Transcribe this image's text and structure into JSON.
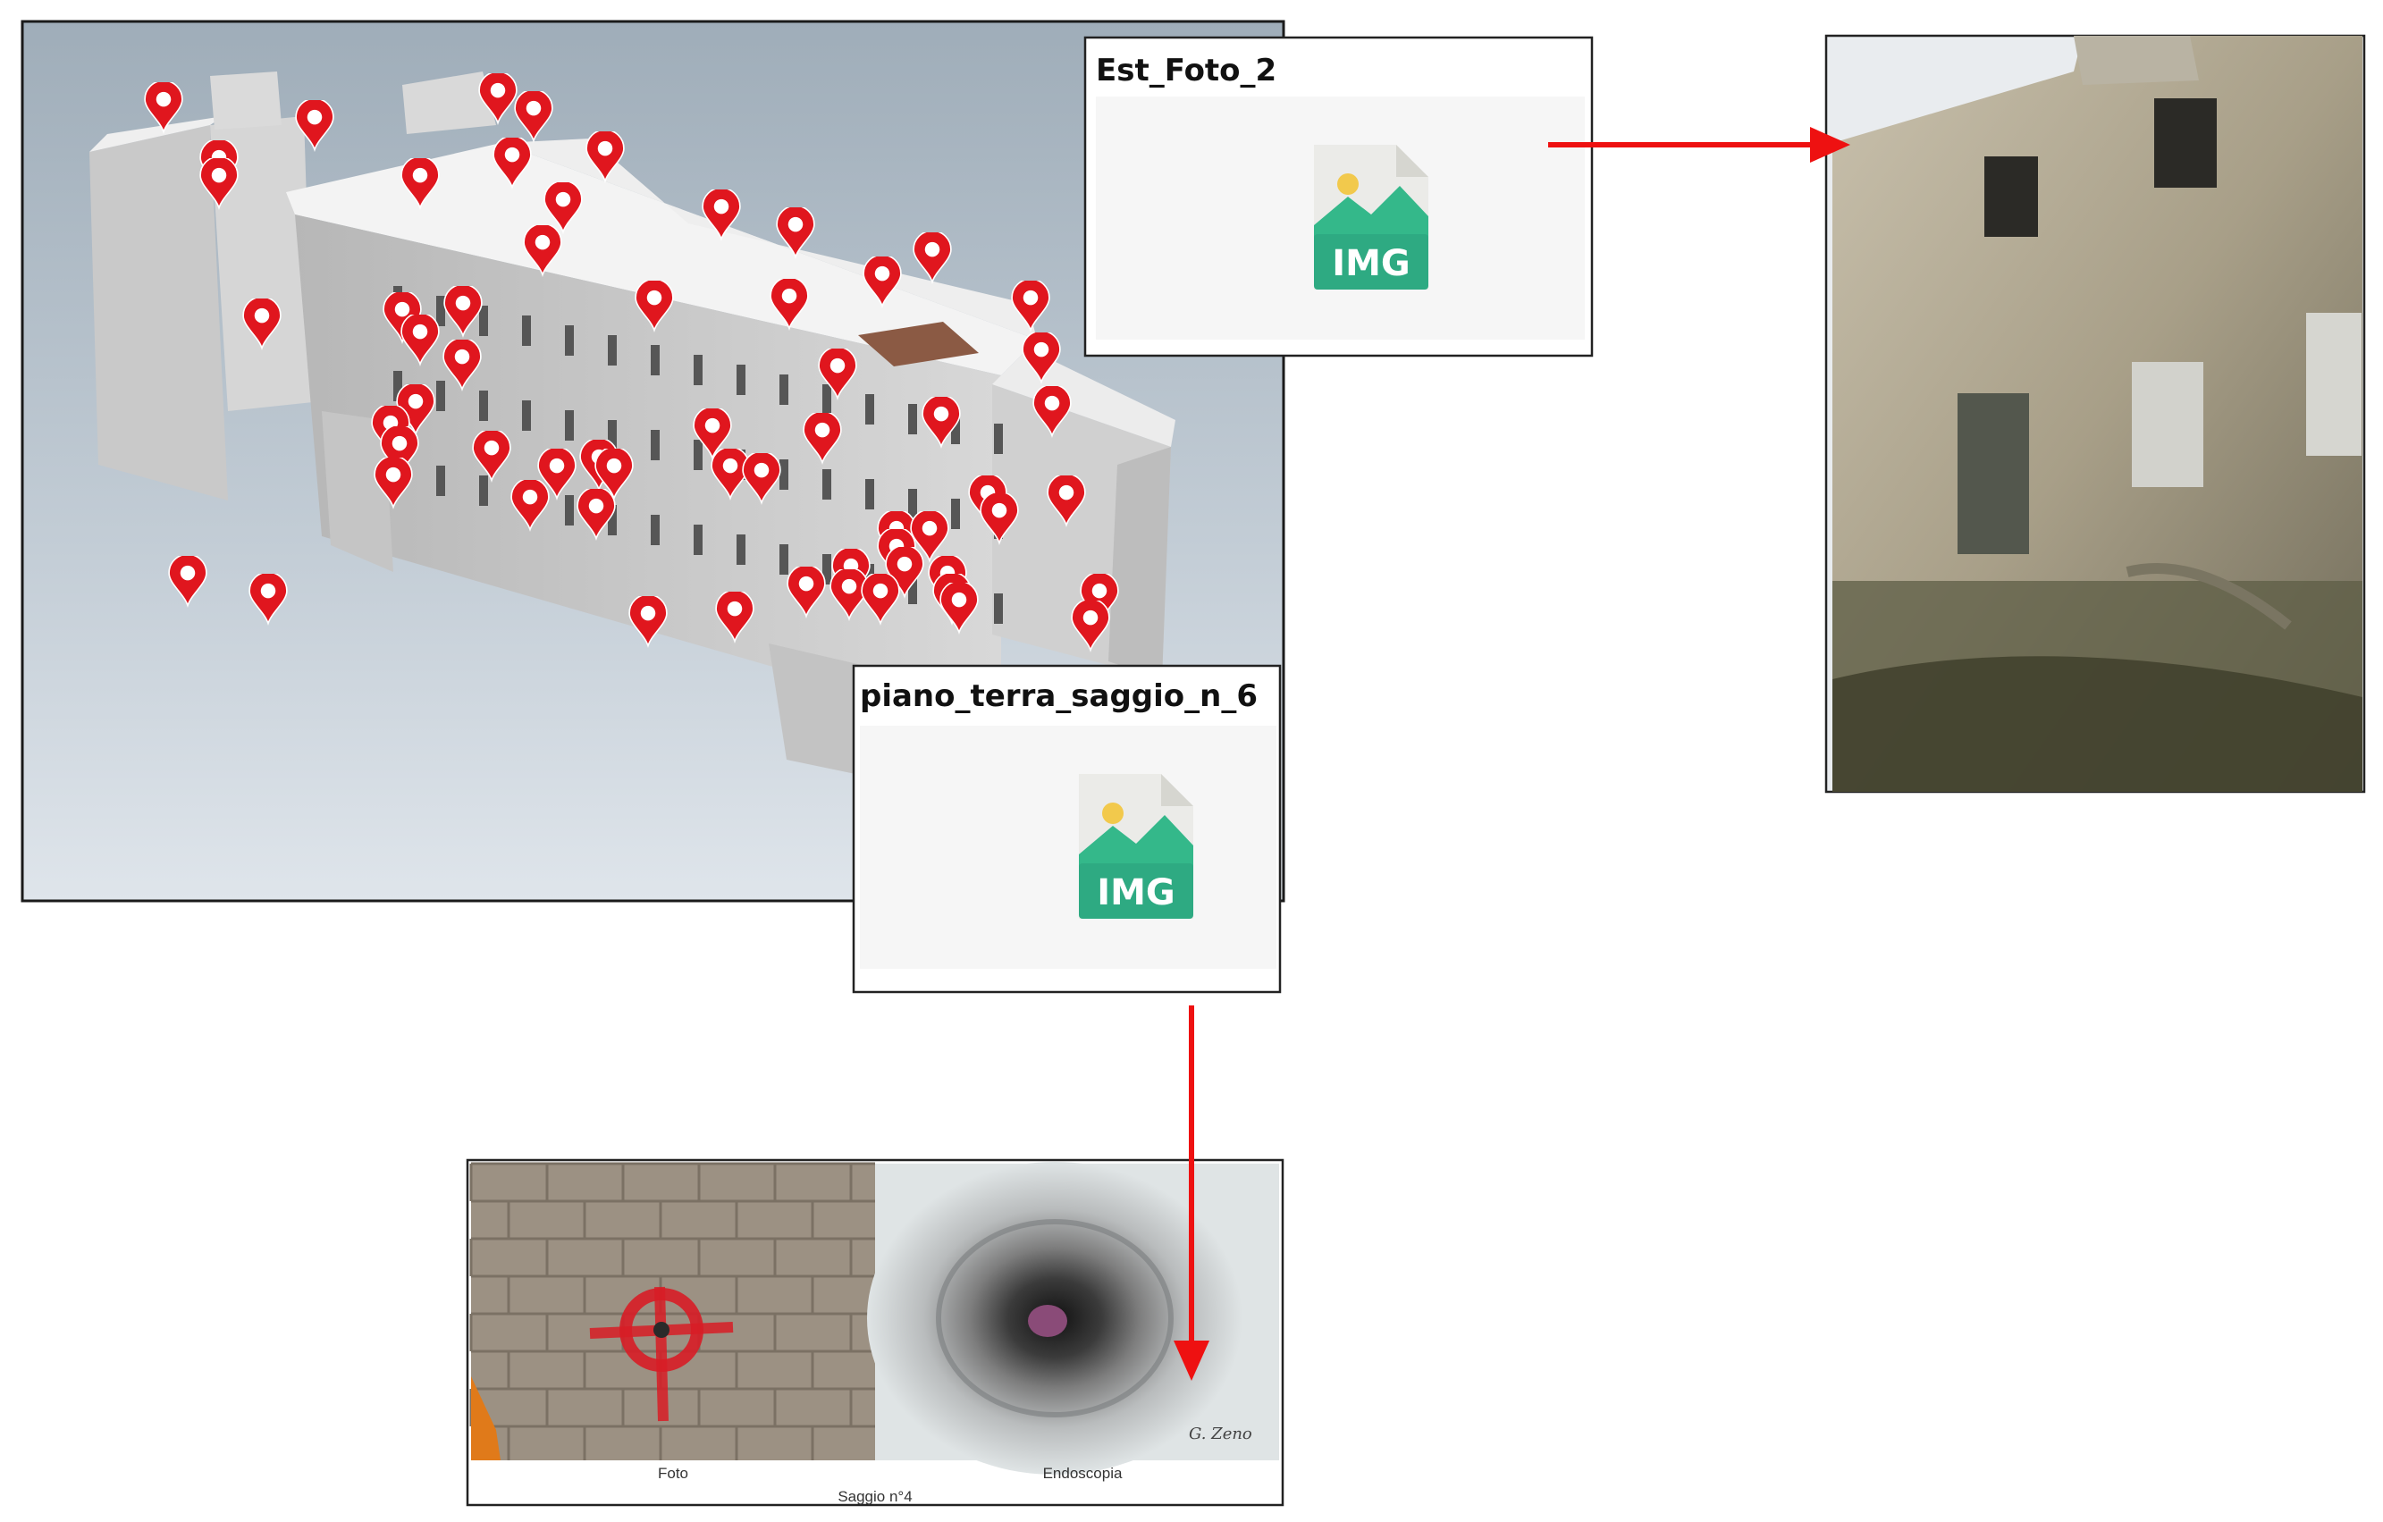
{
  "model_view": {
    "marker_color": "#e0161e",
    "marker_count": 76
  },
  "popups": [
    {
      "title": "Est_Foto_2",
      "file_type": "IMG",
      "file_icon": "image-file-icon"
    },
    {
      "title": "piano_terra_saggio_n_6",
      "file_type": "IMG",
      "file_icon": "image-file-icon"
    }
  ],
  "test_panel": {
    "left_caption": "Foto",
    "right_caption": "Endoscopia",
    "bottom_caption": "Saggio n°4",
    "signature": "G. Zeno"
  },
  "colors": {
    "arrow": "#ee1111",
    "img_badge": "#2eaa82",
    "popup_body": "#f6f6f6"
  }
}
